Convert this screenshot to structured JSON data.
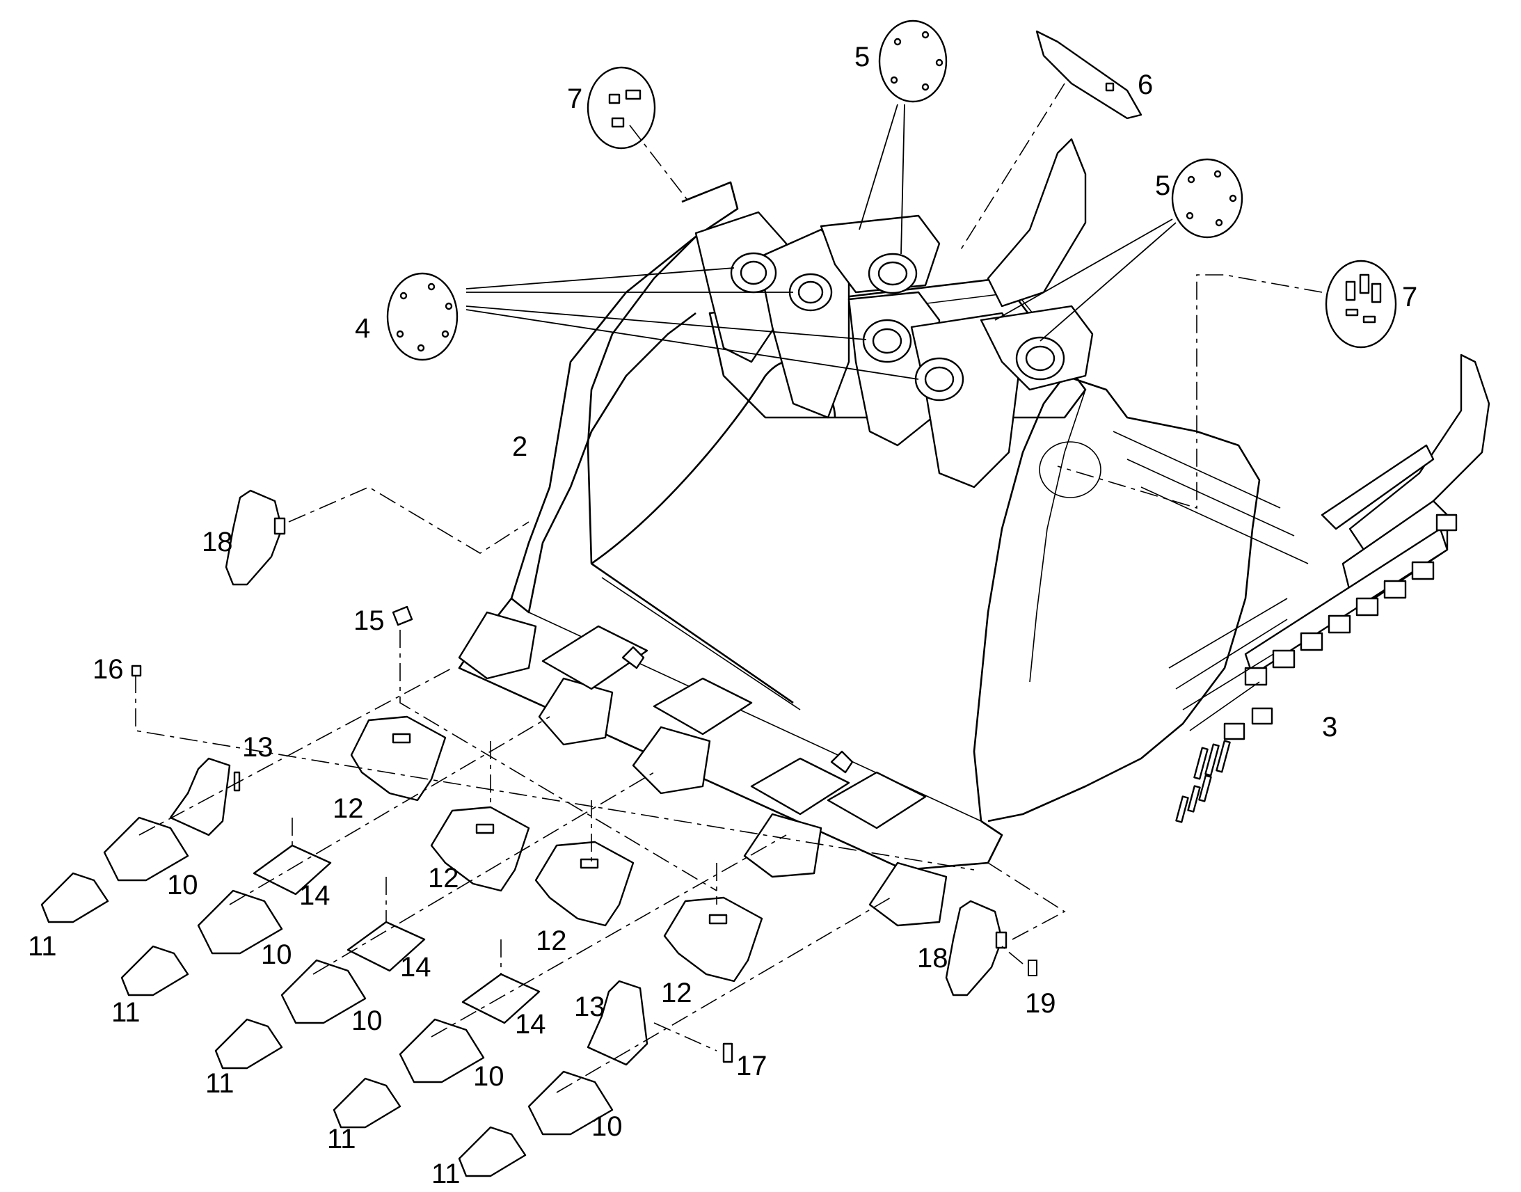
{
  "diagram": {
    "type": "exploded-parts-view",
    "subject": "loader-bucket",
    "callouts": [
      {
        "id": "c2",
        "text": "2"
      },
      {
        "id": "c3",
        "text": "3"
      },
      {
        "id": "c4",
        "text": "4"
      },
      {
        "id": "c5a",
        "text": "5"
      },
      {
        "id": "c5b",
        "text": "5"
      },
      {
        "id": "c6",
        "text": "6"
      },
      {
        "id": "c7a",
        "text": "7"
      },
      {
        "id": "c7b",
        "text": "7"
      },
      {
        "id": "c10a",
        "text": "10"
      },
      {
        "id": "c10b",
        "text": "10"
      },
      {
        "id": "c10c",
        "text": "10"
      },
      {
        "id": "c10d",
        "text": "10"
      },
      {
        "id": "c10e",
        "text": "10"
      },
      {
        "id": "c11a",
        "text": "11"
      },
      {
        "id": "c11b",
        "text": "11"
      },
      {
        "id": "c11c",
        "text": "11"
      },
      {
        "id": "c11d",
        "text": "11"
      },
      {
        "id": "c11e",
        "text": "11"
      },
      {
        "id": "c12a",
        "text": "12"
      },
      {
        "id": "c12b",
        "text": "12"
      },
      {
        "id": "c12c",
        "text": "12"
      },
      {
        "id": "c12d",
        "text": "12"
      },
      {
        "id": "c13a",
        "text": "13"
      },
      {
        "id": "c13b",
        "text": "13"
      },
      {
        "id": "c14a",
        "text": "14"
      },
      {
        "id": "c14b",
        "text": "14"
      },
      {
        "id": "c14c",
        "text": "14"
      },
      {
        "id": "c15",
        "text": "15"
      },
      {
        "id": "c16",
        "text": "16"
      },
      {
        "id": "c17",
        "text": "17"
      },
      {
        "id": "c18a",
        "text": "18"
      },
      {
        "id": "c18b",
        "text": "18"
      },
      {
        "id": "c19",
        "text": "19"
      }
    ]
  }
}
